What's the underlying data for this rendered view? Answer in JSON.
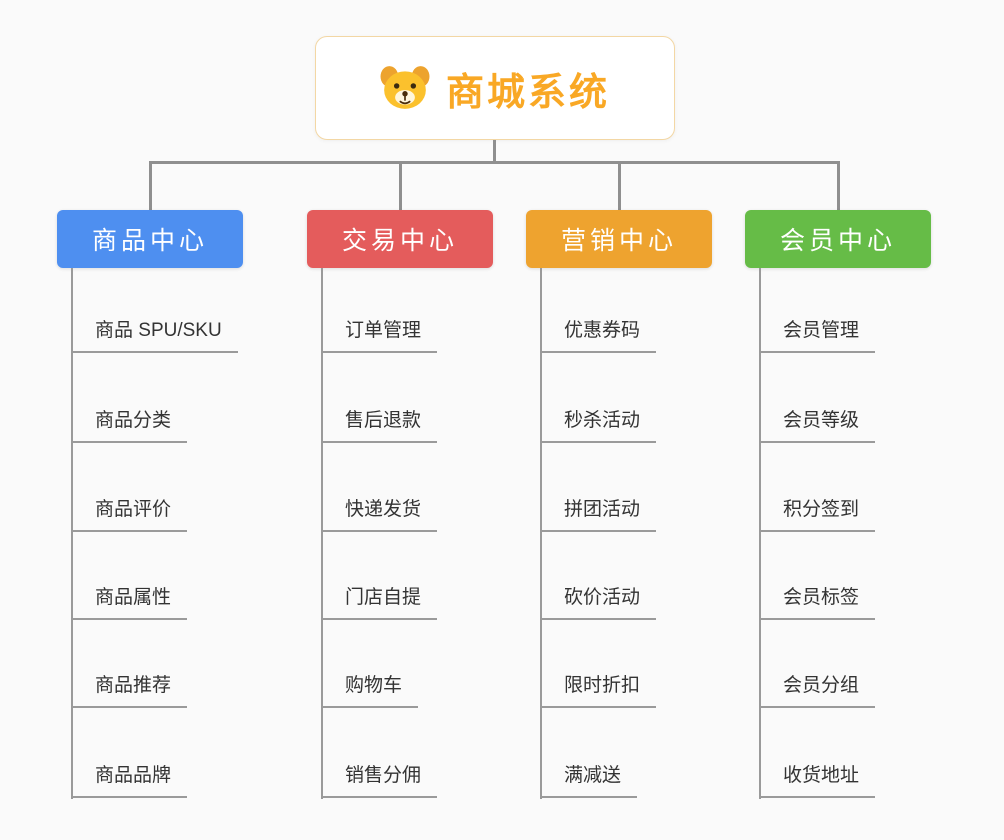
{
  "root": {
    "label": "商城系统",
    "icon": "dog-icon"
  },
  "branches": [
    {
      "label": "商品中心",
      "color": "#4e8ff0",
      "children": [
        "商品 SPU/SKU",
        "商品分类",
        "商品评价",
        "商品属性",
        "商品推荐",
        "商品品牌"
      ]
    },
    {
      "label": "交易中心",
      "color": "#e45c5c",
      "children": [
        "订单管理",
        "售后退款",
        "快递发货",
        "门店自提",
        "购物车",
        "销售分佣"
      ]
    },
    {
      "label": "营销中心",
      "color": "#eea32f",
      "children": [
        "优惠券码",
        "秒杀活动",
        "拼团活动",
        "砍价活动",
        "限时折扣",
        "满减送"
      ]
    },
    {
      "label": "会员中心",
      "color": "#66bc47",
      "children": [
        "会员管理",
        "会员等级",
        "积分签到",
        "会员标签",
        "会员分组",
        "收货地址"
      ]
    }
  ],
  "colors": {
    "root_accent": "#f9a825",
    "root_border": "#f3d7a4",
    "connector_line": "#8f8f8f",
    "child_underline": "#9a9a9a",
    "child_text": "#333333",
    "background": "#fafafa"
  }
}
